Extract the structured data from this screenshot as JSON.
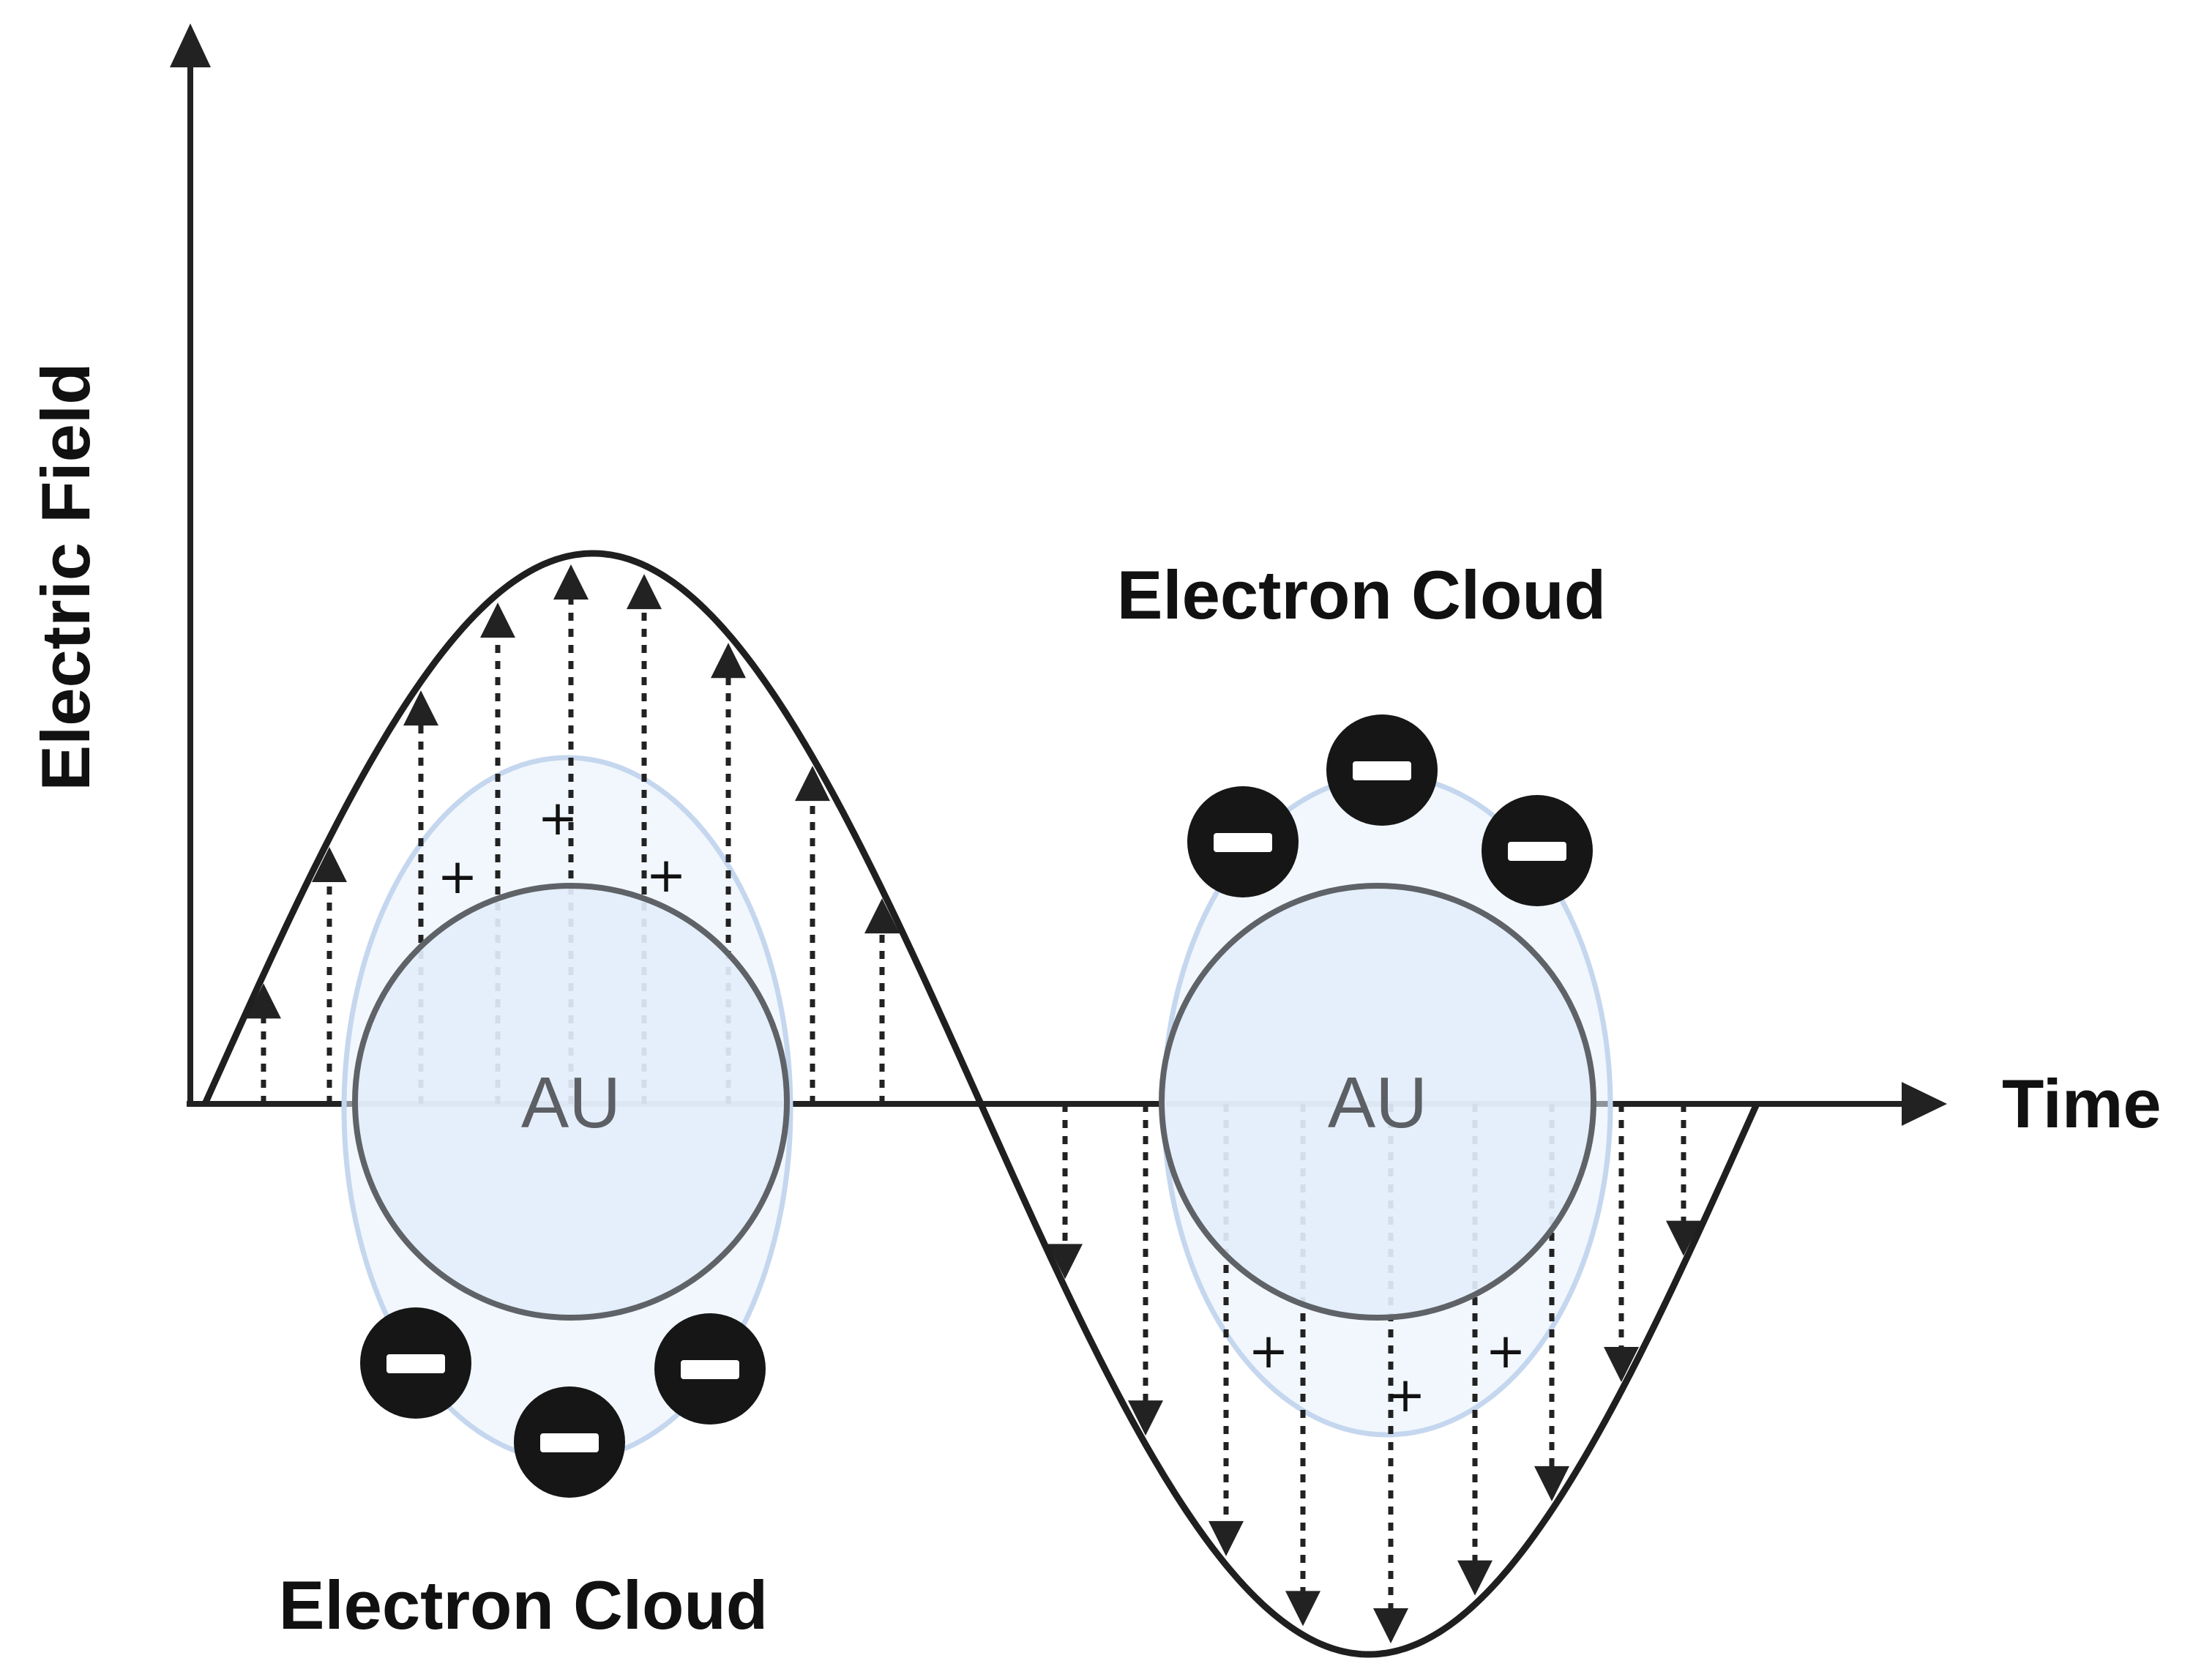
{
  "axes": {
    "y_label": "Electric Field",
    "x_label": "Time"
  },
  "particles": {
    "left_atom": "AU",
    "right_atom": "AU"
  },
  "clouds": {
    "top_label": "Electron Cloud",
    "bottom_label": "Electron Cloud"
  },
  "charges": {
    "positive_symbol": "+"
  },
  "colors": {
    "ink": "#1f1f1f",
    "atom_fill": "#e3eefb",
    "atom_stroke": "#5f6367",
    "cloud_fill": "#e6f0fb",
    "cloud_stroke": "#c5d7ee",
    "electron": "#161616"
  },
  "icons": {
    "electron": "circle-with-minus-bar",
    "field_vector": "dashed-arrow"
  }
}
